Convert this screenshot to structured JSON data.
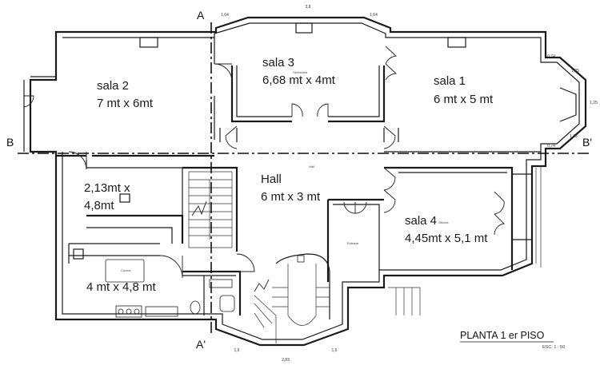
{
  "title": "PLANTA 1 er PISO",
  "scale": "ESC. 1 : 50",
  "sections": {
    "a_top": "A",
    "a_bottom": "A'",
    "b_left": "B",
    "b_right": "B'"
  },
  "rooms": {
    "sala2": {
      "name": "sala 2",
      "size": "7 mt x 6mt"
    },
    "sala3": {
      "name": "sala 3",
      "size": "6,68 mt x 4mt",
      "small": "Secretaria"
    },
    "sala1": {
      "name": "sala 1",
      "size": "6 mt x 5 mt"
    },
    "hall": {
      "name": "Hall",
      "size": "6 mt x 3 mt",
      "small": "Hall"
    },
    "room213": {
      "line1": "2,13mt x",
      "line2": "4,8mt"
    },
    "sala4": {
      "name": "sala 4",
      "size": "4,45mt x 5,1 mt",
      "small": "Oficina"
    },
    "kitchen": {
      "size": "4 mt x 4,8 mt",
      "small": "Cocina"
    },
    "entrada": {
      "small": "Entrada"
    }
  },
  "dimensions": {
    "top_center": "3,8",
    "top_left": "1,64",
    "top_right": "1,64",
    "right_1": "0,74",
    "right_2": "1,25",
    "right_3": "1,25",
    "right_4": "1,25",
    "right_5": "0,74",
    "bottom_center": "2,83",
    "bottom_left": "1,6",
    "bottom_right": "1,6"
  }
}
